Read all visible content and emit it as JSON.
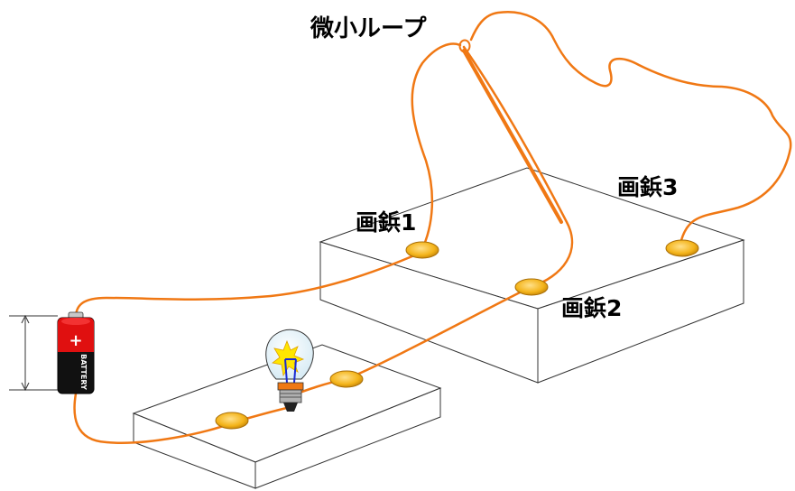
{
  "labels": {
    "loop": "微小ループ",
    "pin1": "画鋲1",
    "pin2": "画鋲2",
    "pin3": "画鋲3",
    "battery_plus": "+",
    "battery_text": "BATTERY"
  },
  "colors": {
    "wire": "#f07814",
    "board_fill": "#ffffff",
    "board_stroke": "#333333",
    "pin_fill": "#f4b41a",
    "battery_red": "#e01010",
    "battery_black": "#111111",
    "bulb_glow": "#ffe600"
  },
  "icons": [
    "battery-icon",
    "light-bulb-icon",
    "thumbtack-icon"
  ]
}
